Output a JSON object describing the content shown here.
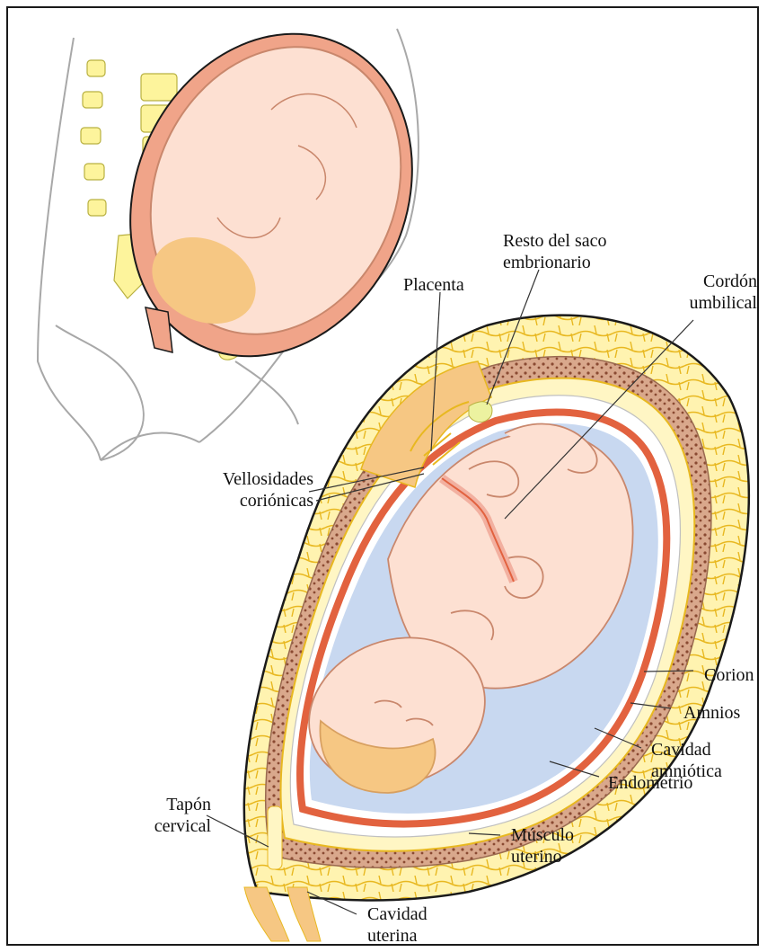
{
  "labels": {
    "resto_saco": [
      "Resto del saco",
      "embrionario"
    ],
    "placenta": "Placenta",
    "cordon": [
      "Cordón",
      "umbilical"
    ],
    "vellosidades": [
      "Vellosidades",
      "coriónicas"
    ],
    "corion": "Corion",
    "amnios": "Amnios",
    "cavidad_amniotica": [
      "Cavidad",
      "amniótica"
    ],
    "endometrio": "Endometrio",
    "tapon": [
      "Tapón",
      "cervical"
    ],
    "musculo": [
      "Músculo",
      "uterino"
    ],
    "cavidad_uterina": [
      "Cavidad",
      "uterina"
    ]
  },
  "colors": {
    "muscle": "#fff3b0",
    "muscle_cell_line": "#e8b820",
    "endometrium": "#c98f6e",
    "chorion": "#e2623f",
    "amnion": "#ffffff",
    "amniotic_fluid": "#c8d8f0",
    "skin": "#fde0d2",
    "hair": "#f6c783",
    "spine": "#fdf49c",
    "outline": "#1a1a1a"
  }
}
